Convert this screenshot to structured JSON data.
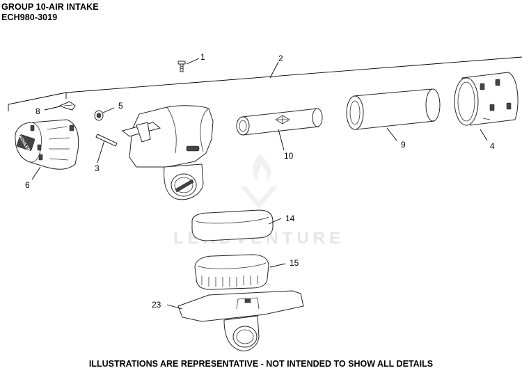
{
  "header": {
    "title": "GROUP 10-AIR INTAKE",
    "model": "ECH980-3019"
  },
  "watermark": "LEADVENTURE",
  "brand_mark": "KOHLER",
  "callouts": [
    "1",
    "2",
    "3",
    "4",
    "5",
    "6",
    "8",
    "9",
    "10",
    "14",
    "15",
    "23"
  ],
  "footer": "ILLUSTRATIONS ARE REPRESENTATIVE - NOT INTENDED TO SHOW ALL DETAILS"
}
